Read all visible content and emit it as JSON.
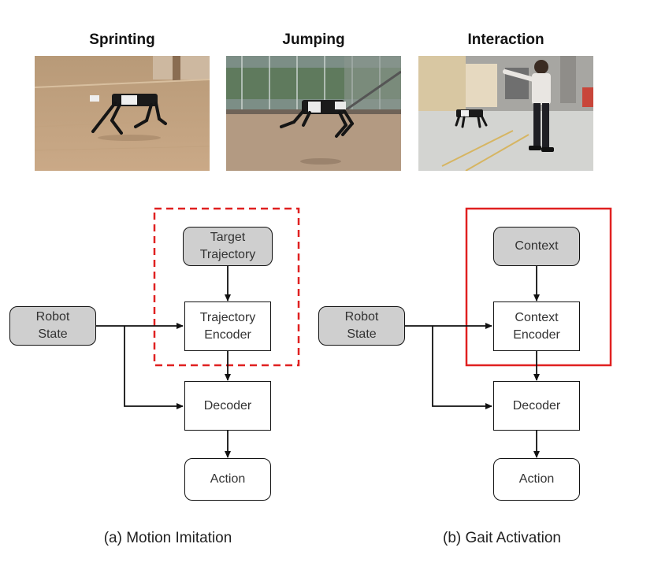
{
  "photos": [
    {
      "title": "Sprinting"
    },
    {
      "title": "Jumping"
    },
    {
      "title": "Interaction"
    }
  ],
  "diagram_a": {
    "target": "Target\nTrajectory",
    "encoder": "Trajectory\nEncoder",
    "robot_state": "Robot\nState",
    "decoder": "Decoder",
    "action": "Action",
    "caption": "(a) Motion Imitation",
    "highlight_color": "#e02020"
  },
  "diagram_b": {
    "context": "Context",
    "encoder": "Context\nEncoder",
    "robot_state": "Robot\nState",
    "decoder": "Decoder",
    "action": "Action",
    "caption": "(b) Gait Activation",
    "highlight_color": "#e02020"
  }
}
